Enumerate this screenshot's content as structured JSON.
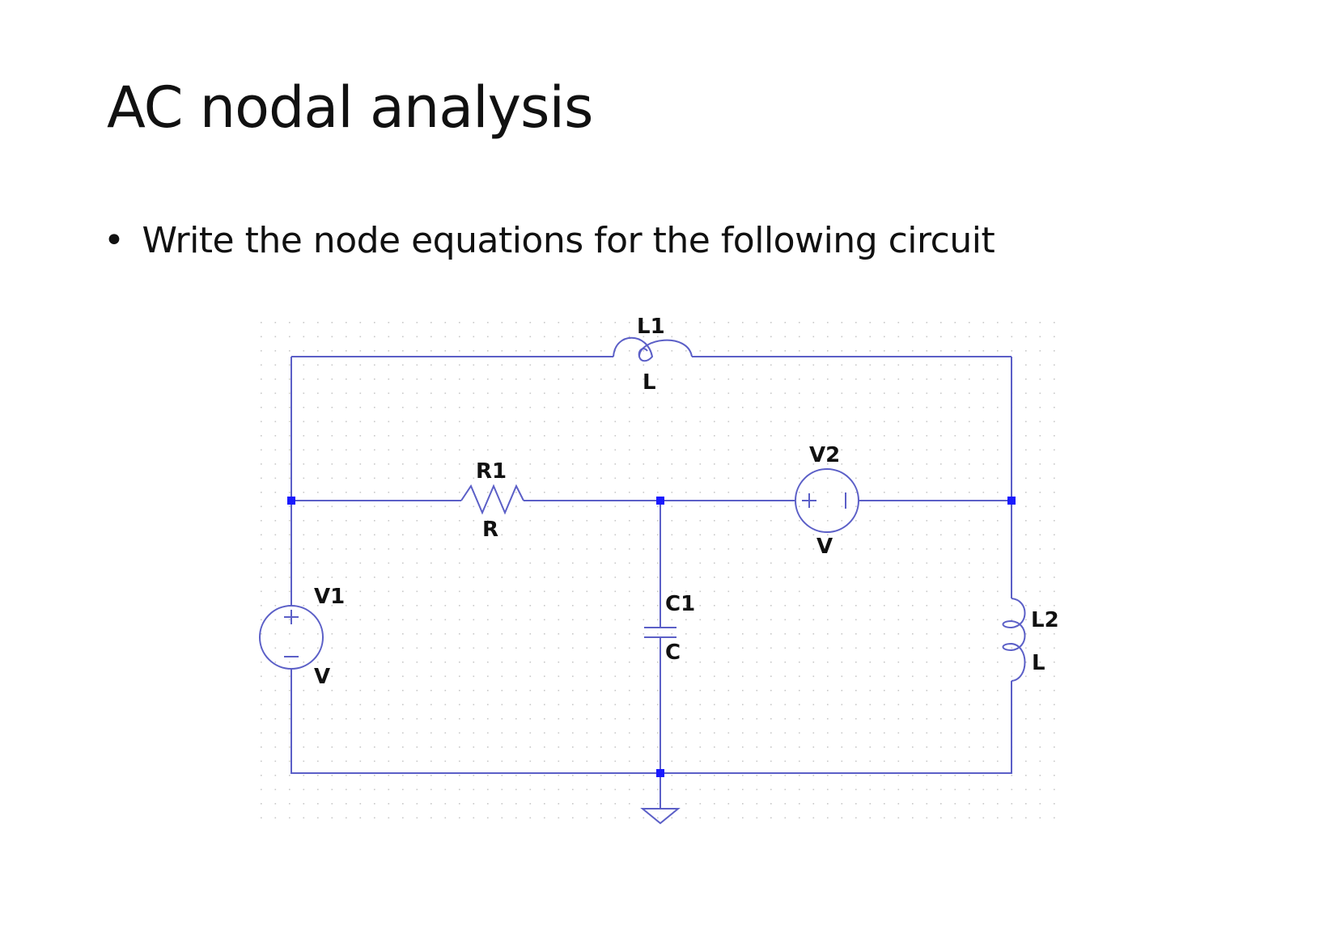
{
  "slide": {
    "title": "AC nodal analysis",
    "bullet_text": "Write the node equations for the following circuit"
  },
  "circuit": {
    "colors": {
      "wire": "#5b5fc7",
      "node": "#1a1aff",
      "grid_dot": "#c8c8c8",
      "text": "#111111"
    },
    "components": {
      "L1": {
        "name": "L1",
        "value": "L"
      },
      "R1": {
        "name": "R1",
        "value": "R"
      },
      "V2": {
        "name": "V2",
        "value": "V"
      },
      "V1": {
        "name": "V1",
        "value": "V"
      },
      "C1": {
        "name": "C1",
        "value": "C"
      },
      "L2": {
        "name": "L2",
        "value": "L"
      }
    },
    "source_symbols": {
      "plus": "+",
      "minus": "−"
    }
  }
}
